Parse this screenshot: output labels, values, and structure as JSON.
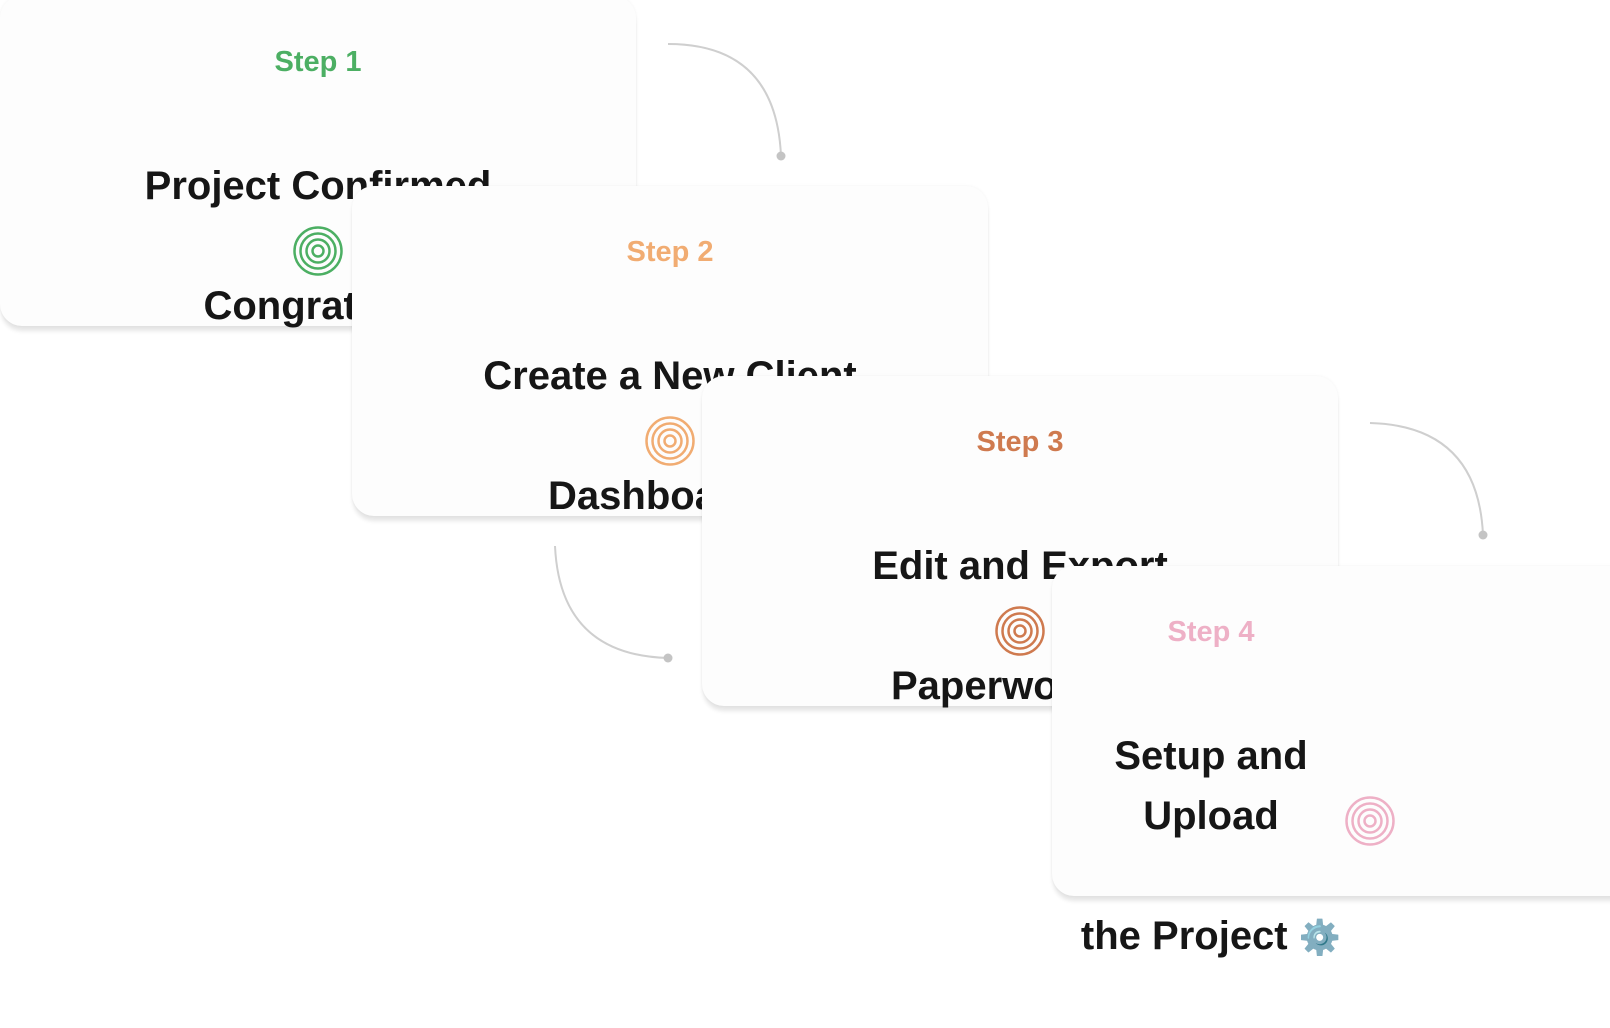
{
  "colors": {
    "step1": "#4caf63",
    "step2": "#f1ac72",
    "step3": "#cf7a4f",
    "step4": "#eeb0c6",
    "title": "#161616",
    "connector": "#c8c8c8"
  },
  "steps": [
    {
      "label": "Step 1",
      "title_line1": "Project Confirmed",
      "title_line2": "Congrats",
      "emoji": "🎉",
      "icon": "target-icon",
      "color": "#4caf63"
    },
    {
      "label": "Step 2",
      "title_line1": "Create a New Client",
      "title_line2": "Dashboard",
      "emoji": "⚡",
      "icon": "target-icon",
      "color": "#f1ac72"
    },
    {
      "label": "Step 3",
      "title_line1": "Edit and Export",
      "title_line2": "Paperwork",
      "emoji": "📤",
      "icon": "target-icon",
      "color": "#cf7a4f"
    },
    {
      "label": "Step 4",
      "title_line1": "Setup and Upload",
      "title_line2": "the Project",
      "emoji": "⚙️",
      "icon": "target-icon",
      "color": "#eeb0c6"
    }
  ]
}
